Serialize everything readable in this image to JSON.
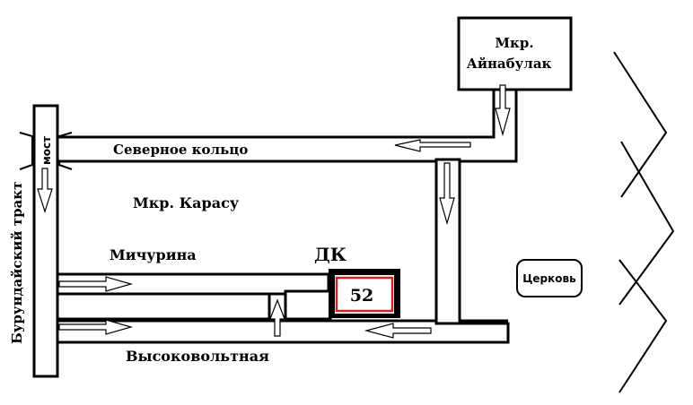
{
  "labels": {
    "aynabulak": [
      "Мкр.",
      "Айнабулак"
    ],
    "severnoe": "Северное кольцо",
    "most": "мост",
    "burundai": "Бурундайский тракт",
    "karasu": "Мкр. Карасу",
    "michurina": "Мичурина",
    "dk": "ДК",
    "number": "52",
    "church": "Церковь",
    "vysokovoltnaya": "Высоковольтная"
  },
  "colors": {
    "road_outline": "#000000",
    "background": "#ffffff",
    "marker_inner": "#cc2222"
  },
  "icons": {
    "arrow": "road-direction-arrow-icon",
    "destination": "building-marker-icon",
    "bridge": "bridge-icon"
  }
}
